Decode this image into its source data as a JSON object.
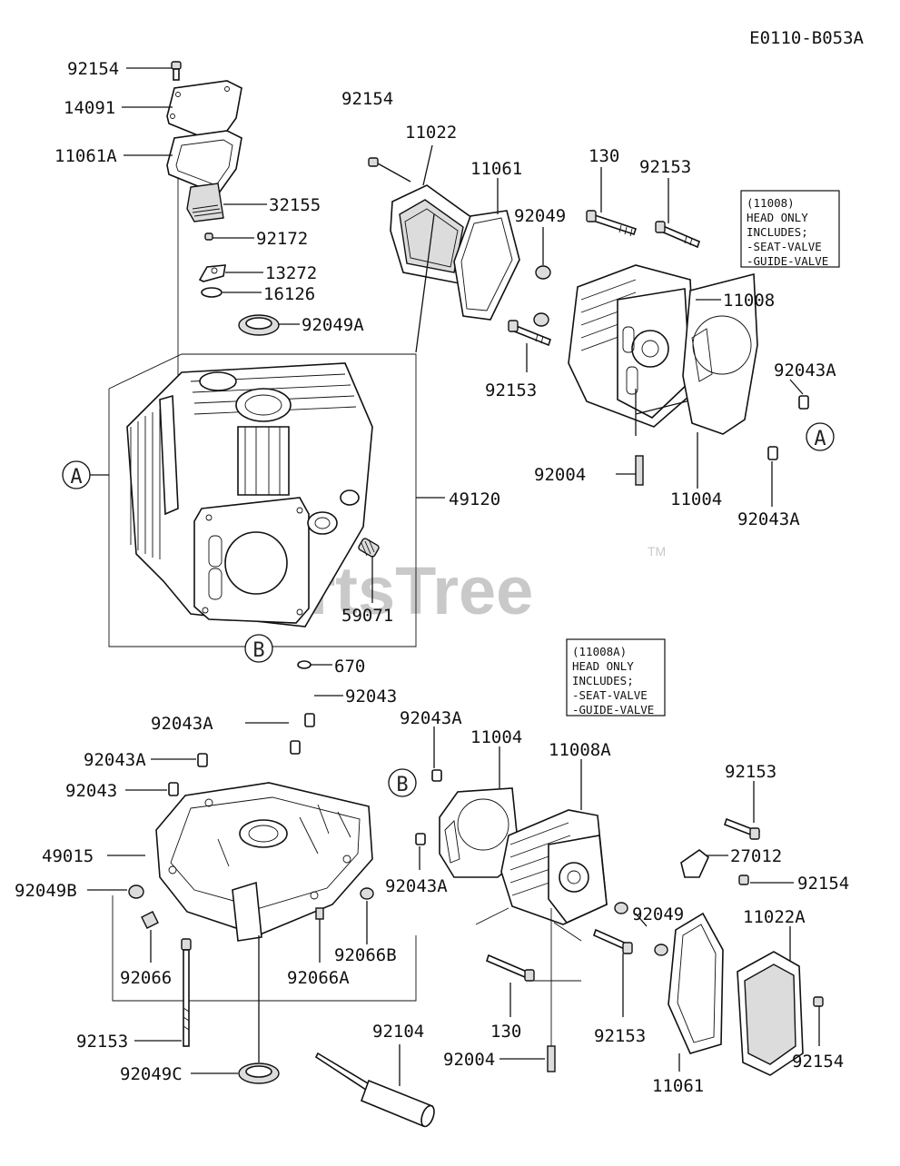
{
  "diagram_code": "E0110-B053A",
  "watermark": {
    "text": "PartsTree",
    "trademark": "TM"
  },
  "notes": [
    {
      "lines": [
        "(11008)",
        "HEAD ONLY",
        "INCLUDES;",
        "-SEAT-VALVE",
        "-GUIDE-VALVE"
      ]
    },
    {
      "lines": [
        "(11008A)",
        "HEAD ONLY",
        "INCLUDES;",
        "-SEAT-VALVE",
        "-GUIDE-VALVE"
      ]
    }
  ],
  "callouts": [
    "A",
    "A",
    "B",
    "B"
  ],
  "labels": [
    "92154",
    "14091",
    "11061A",
    "32155",
    "92172",
    "13272",
    "16126",
    "92049A",
    "92154",
    "11022",
    "11061",
    "130",
    "92153",
    "92049",
    "11008",
    "92043A",
    "92153",
    "92004",
    "11004",
    "92043A",
    "49120",
    "59071",
    "670",
    "92043",
    "92043A",
    "92043A",
    "92043",
    "49015",
    "92049B",
    "92066",
    "92066A",
    "92066B",
    "92153",
    "92049C",
    "92104",
    "92043A",
    "11004",
    "11008A",
    "92153",
    "27012",
    "92154",
    "92049",
    "11022A",
    "92043A",
    "130",
    "92153",
    "92004",
    "11061",
    "92154"
  ]
}
